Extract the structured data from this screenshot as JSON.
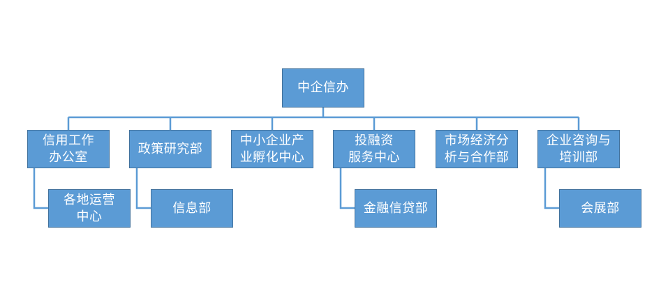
{
  "root": {
    "label": "中企信办"
  },
  "departments": [
    {
      "label": "信用工作\n办公室",
      "children": [
        {
          "label": "各地运营\n中心"
        }
      ]
    },
    {
      "label": "政策研究部",
      "children": [
        {
          "label": "信息部"
        }
      ]
    },
    {
      "label": "中小企业产\n业孵化中心",
      "children": []
    },
    {
      "label": "投融资\n服务中心",
      "children": [
        {
          "label": "金融信贷部"
        }
      ]
    },
    {
      "label": "市场经济分\n析与合作部",
      "children": []
    },
    {
      "label": "企业咨询与\n培训部",
      "children": [
        {
          "label": "会展部"
        }
      ]
    }
  ],
  "colors": {
    "box_fill": "#5b9bd5",
    "box_border": "#41719c",
    "connector": "#5b9bd5",
    "text": "#ffffff"
  }
}
